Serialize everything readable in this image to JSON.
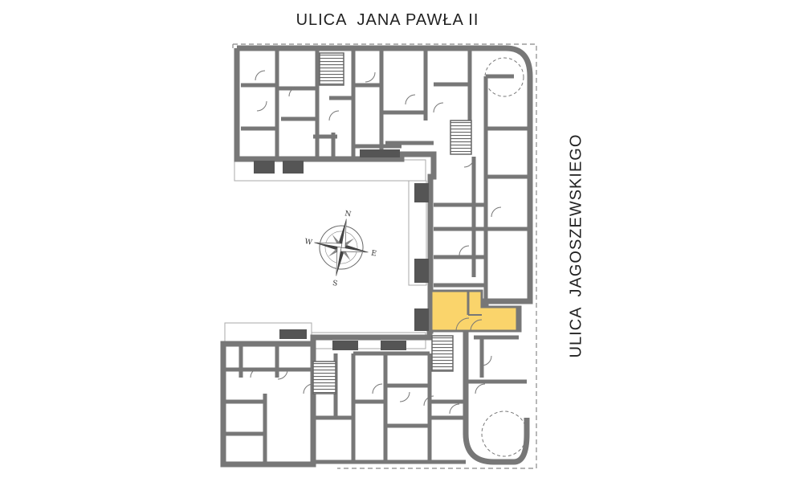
{
  "streets": {
    "north": "ULICA  JANA PAWŁA II",
    "east": "ULICA  JAGOSZEWSKIEGO"
  },
  "compass": {
    "north": "N",
    "east": "E",
    "south": "S",
    "west": "W"
  },
  "colors": {
    "wall": "#777777",
    "highlight": "#fad46b",
    "background": "#ffffff"
  },
  "highlighted_unit": "selected-apartment"
}
